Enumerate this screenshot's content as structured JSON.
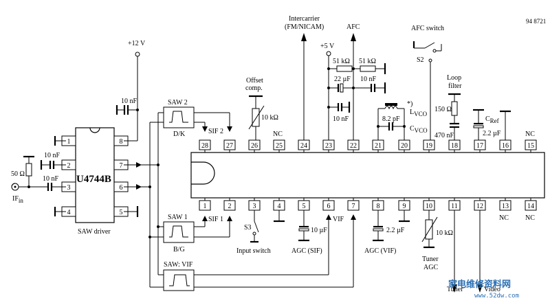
{
  "doc_id": "94 8721",
  "ic_main": {
    "pins_top": [
      "28",
      "27",
      "26",
      "25",
      "24",
      "23",
      "22",
      "21",
      "20",
      "19",
      "18",
      "17",
      "16",
      "15"
    ],
    "pins_bottom": [
      "1",
      "2",
      "3",
      "4",
      "5",
      "6",
      "7",
      "8",
      "9",
      "10",
      "11",
      "12",
      "13",
      "14"
    ]
  },
  "driver": {
    "name": "U4744B",
    "caption": "SAW driver",
    "pins_left": [
      "1",
      "2",
      "3",
      "4"
    ],
    "pins_right": [
      "8",
      "7",
      "6",
      "5"
    ]
  },
  "saw2": {
    "title": "SAW 2",
    "sub": "D/K"
  },
  "saw1": {
    "title": "SAW 1",
    "sub": "B/G"
  },
  "sawvif": {
    "title": "SAW: VIF"
  },
  "labels": {
    "plus12v": "+12 V",
    "plus5v": "+5 V",
    "cap_10nf_top": "10 nF",
    "cap_10nf_a": "10 nF",
    "cap_10nf_b": "10 nF",
    "res_50": "50 Ω",
    "if_in": "IF",
    "if_in_sub": "in",
    "sif2": "SIF 2",
    "sif1": "SIF 1",
    "offset1": "Offset",
    "offset2": "comp.",
    "res_10k_offset": "10 kΩ",
    "nc": "NC",
    "intercarrier1": "Intercarrier",
    "intercarrier2": "(FM/NICAM)",
    "afc": "AFC",
    "afc_switch": "AFC switch",
    "s2": "S2",
    "res_51k_a": "51 kΩ",
    "res_51k_b": "51 kΩ",
    "cap_22uf": "22 µF",
    "cap_10nf_c": "10 nF",
    "cap_10nf_d": "10 nF",
    "cap_82pf": "8.2 pF",
    "star": "*)",
    "lvco": "L",
    "lvco_sub": "VCO",
    "cvco": "C",
    "cvco_sub": "VCO",
    "loop1": "Loop",
    "loop2": "filter",
    "res_150": "150 Ω",
    "cap_470nf": "470 nF",
    "cref": "C",
    "cref_sub": "Ref",
    "cap_22uf_b": "2.2 µF",
    "s3": "S3",
    "input_switch": "Input switch",
    "cap_10uf": "10 µF",
    "vif": "VIF",
    "agc_sif": "AGC (SIF)",
    "cap_22uf_c": "2.2 µF",
    "agc_vif": "AGC (VIF)",
    "res_10k_tuner": "10 kΩ",
    "tuner_agc1": "Tuner",
    "tuner_agc2": "AGC",
    "tuner": "Tuner",
    "video_out": "Video",
    "wm_cn": "家电维修资料网",
    "wm_url": "www.52dw.com"
  }
}
